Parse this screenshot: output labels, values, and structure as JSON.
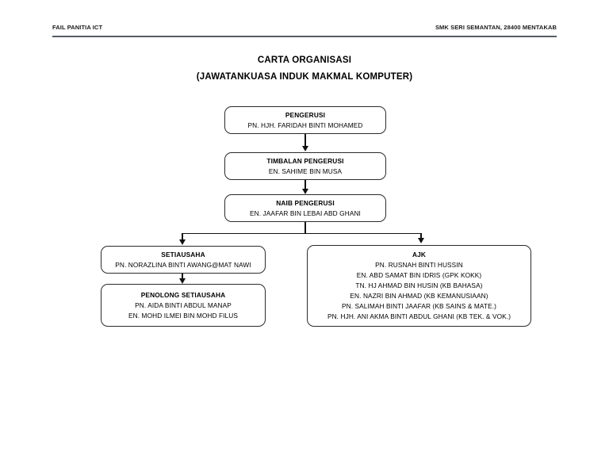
{
  "header": {
    "left": "FAIL PANITIA ICT",
    "right": "SMK SERI SEMANTAN, 28400 MENTAKAB"
  },
  "title": {
    "line1": "CARTA ORGANISASI",
    "line2": "(JAWATANKUASA INDUK MAKMAL KOMPUTER)"
  },
  "chart_data": {
    "type": "diagram",
    "title": "CARTA ORGANISASI (JAWATANKUASA INDUK MAKMAL KOMPUTER)",
    "nodes": [
      {
        "id": "pengerusi",
        "title": "PENGERUSI",
        "members": [
          "PN. HJH. FARIDAH BINTI MOHAMED"
        ]
      },
      {
        "id": "timbalan-pengerusi",
        "title": "TIMBALAN PENGERUSI",
        "members": [
          "EN. SAHIME BIN MUSA"
        ]
      },
      {
        "id": "naib-pengerusi",
        "title": "NAIB PENGERUSI",
        "members": [
          "EN. JAAFAR BIN LEBAI ABD GHANI"
        ]
      },
      {
        "id": "setiausaha",
        "title": "SETIAUSAHA",
        "members": [
          "PN. NORAZLINA BINTI AWANG@MAT NAWI"
        ]
      },
      {
        "id": "penolong-setiausaha",
        "title": "PENOLONG SETIAUSAHA",
        "members": [
          "PN. AIDA BINTI ABDUL MANAP",
          "EN. MOHD ILMEI BIN MOHD FILUS"
        ]
      },
      {
        "id": "ajk",
        "title": "AJK",
        "members": [
          "PN. RUSNAH BINTI HUSSIN",
          "EN. ABD SAMAT BIN IDRIS (GPK KOKK)",
          "TN. HJ AHMAD BIN HUSIN (KB BAHASA)",
          "EN. NAZRI BIN AHMAD (KB KEMANUSIAAN)",
          "PN. SALIMAH BINTI JAAFAR (KB SAINS & MATE.)",
          "PN. HJH. ANI AKMA BINTI ABDUL GHANI (KB TEK. & VOK.)"
        ]
      }
    ],
    "edges": [
      {
        "from": "pengerusi",
        "to": "timbalan-pengerusi"
      },
      {
        "from": "timbalan-pengerusi",
        "to": "naib-pengerusi"
      },
      {
        "from": "naib-pengerusi",
        "to": "setiausaha"
      },
      {
        "from": "naib-pengerusi",
        "to": "ajk"
      },
      {
        "from": "setiausaha",
        "to": "penolong-setiausaha"
      }
    ],
    "colors": {
      "page_background": "#ffffff",
      "text": "#000000",
      "box_border": "#2b2b2b",
      "connector": "#111111",
      "header_rule": "#555c66"
    }
  }
}
